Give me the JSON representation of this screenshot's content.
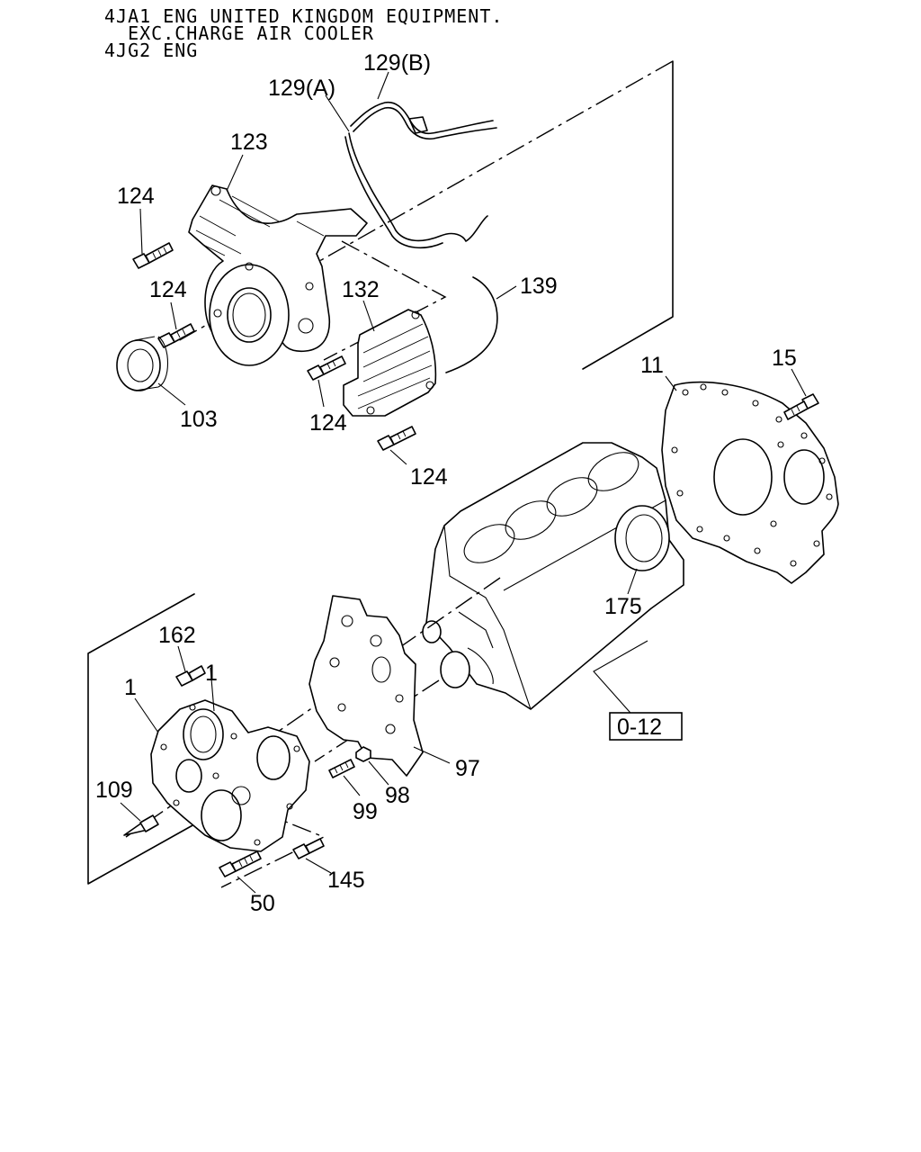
{
  "header": {
    "line1": "4JA1 ENG UNITED KINGDOM EQUIPMENT.",
    "line2": "  EXC.CHARGE AIR COOLER",
    "line3": "4JG2 ENG"
  },
  "callouts": {
    "p129b": "129(B)",
    "p129a": "129(A)",
    "p123": "123",
    "p124a": "124",
    "p124b": "124",
    "p132": "132",
    "p139": "139",
    "p103": "103",
    "p124c": "124",
    "p124d": "124",
    "p11": "11",
    "p15": "15",
    "p175": "175",
    "p162": "162",
    "p1": "1",
    "p0_12": "0-12",
    "p97": "97",
    "p109": "109",
    "p98": "98",
    "p99": "99",
    "p145": "145",
    "p50": "50"
  }
}
